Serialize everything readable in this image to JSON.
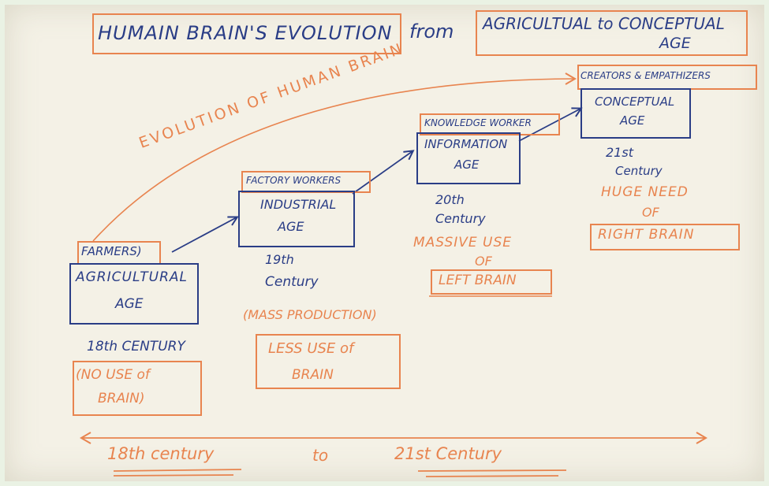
{
  "title": {
    "part1": "HUMAIN BRAIN'S EVOLUTION",
    "from": "from",
    "part2": "AGRICULTUAL to CONCEPTUAL",
    "part3": "AGE"
  },
  "arc_label": "EVOLUTION OF HUMAN BRAIN",
  "stages": {
    "agricultural": {
      "worker": "FARMERS)",
      "name_line1": "AGRICULTURAL",
      "name_line2": "AGE",
      "century": "18th CENTURY",
      "note_line1": "(NO USE of",
      "note_line2": "BRAIN)"
    },
    "industrial": {
      "worker": "FACTORY WORKERS",
      "name_line1": "INDUSTRIAL",
      "name_line2": "AGE",
      "century_line1": "19th",
      "century_line2": "Century",
      "mass": "(MASS PRODUCTION)",
      "note_line1": "LESS USE of",
      "note_line2": "BRAIN"
    },
    "information": {
      "worker": "KNOWLEDGE WORKER",
      "name_line1": "INFORMATION",
      "name_line2": "AGE",
      "century_line1": "20th",
      "century_line2": "Century",
      "note_line1": "MASSIVE USE",
      "note_line2": "OF",
      "note_line3": "LEFT BRAIN"
    },
    "conceptual": {
      "worker": "CREATORS & EMPATHIZERS",
      "name_line1": "CONCEPTUAL",
      "name_line2": "AGE",
      "century_line1": "21st",
      "century_line2": "Century",
      "note_line1": "HUGE NEED",
      "note_line2": "OF",
      "note_line3": "RIGHT BRAIN"
    }
  },
  "timeline": {
    "start": "18th century",
    "to": "to",
    "end": "21st Century"
  },
  "colors": {
    "blue_ink": "#2a3d86",
    "orange_ink": "#e8844f",
    "paper": "#f4f1e6"
  }
}
